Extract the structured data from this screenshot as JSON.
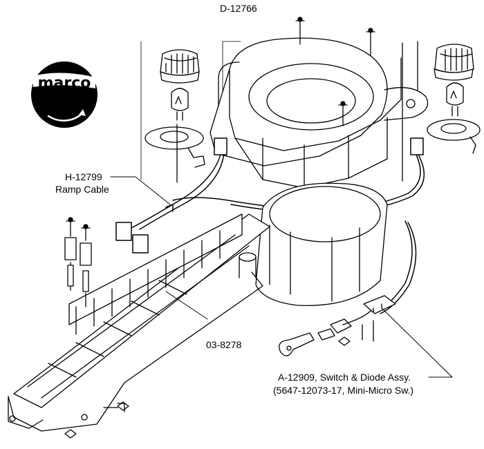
{
  "diagram": {
    "title": "D-12766",
    "brand_logo_text": "marco",
    "labels": {
      "ramp_cable_part": "H-12799",
      "ramp_cable_name": "Ramp Cable",
      "ramp_base_part": "03-8278",
      "switch_assy_name": "A-12909, Switch & Diode Assy.",
      "switch_assy_spec": "(5647-12073-17, Mini-Micro Sw.)"
    },
    "style": {
      "ink": "#000000",
      "paper": "#ffffff"
    }
  }
}
